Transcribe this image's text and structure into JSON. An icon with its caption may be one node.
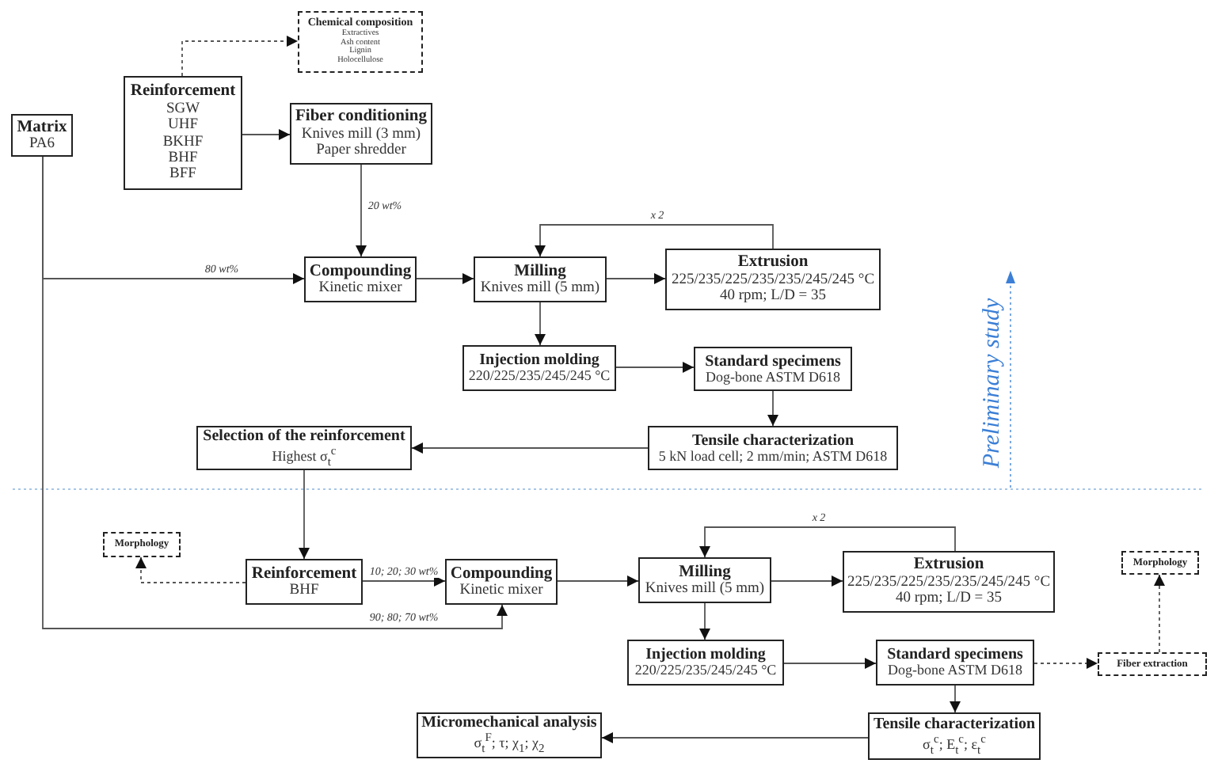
{
  "diagram": {
    "nodes": [
      {
        "text": [
          "Chemical composition",
          "Extractives",
          "Ash content",
          "Lignin",
          "Holocellulose"
        ]
      },
      {
        "text": [
          "Reinforcement",
          "SGW",
          "UHF",
          "BKHF",
          "BHF",
          "BFF"
        ]
      },
      {
        "text": [
          "Matrix",
          "PA6"
        ]
      },
      {
        "text": [
          "Fiber conditioning",
          "Knives mill (3 mm)",
          "Paper shredder"
        ]
      },
      {
        "text": [
          "Compounding",
          "Kinetic mixer"
        ]
      },
      {
        "text": [
          "Milling",
          "Knives mill (5 mm)"
        ]
      },
      {
        "text": [
          "Extrusion",
          "225/235/225/235/235/245/245 °C",
          "40 rpm; L/D = 35"
        ]
      },
      {
        "text": [
          "Injection molding",
          "220/225/235/245/245 °C"
        ]
      },
      {
        "text": [
          "Standard specimens",
          "Dog-bone ASTM D618"
        ]
      },
      {
        "text": [
          "Tensile characterization",
          "5 kN load cell; 2 mm/min; ASTM D618"
        ]
      },
      {
        "text": [
          "Selection of the reinforcement",
          "Highest σ$_{t}$$^{c}$"
        ]
      },
      {
        "text": [
          "Morphology"
        ]
      },
      {
        "text": [
          "Reinforcement",
          "BHF"
        ]
      },
      {
        "text": [
          "Compounding",
          "Kinetic mixer"
        ]
      },
      {
        "text": [
          "Milling",
          "Knives mill (5 mm)"
        ]
      },
      {
        "text": [
          "Extrusion",
          "225/235/225/235/235/245/245 °C",
          "40 rpm; L/D = 35"
        ]
      },
      {
        "text": [
          "Injection molding",
          "220/225/235/245/245 °C"
        ]
      },
      {
        "text": [
          "Standard specimens",
          "Dog-bone ASTM D618"
        ]
      },
      {
        "text": [
          "Fiber extraction"
        ]
      },
      {
        "text": [
          "Morphology"
        ]
      },
      {
        "text": [
          "Tensile characterization",
          "σ$_{t}$$^{c}$; E$_{t}$$^{c}$; ε$_{t}$$^{c}$"
        ]
      },
      {
        "text": [
          "Micromechanical analysis",
          "σ$_{t}$$^{F}$; τ; χ$_{1}$; χ$_{2}$"
        ]
      }
    ],
    "edges": [
      {
        "from": 1,
        "to": 0,
        "arrow": "to",
        "style": "dashed"
      },
      {
        "from": 1,
        "to": 3,
        "arrow": "to"
      },
      {
        "from": 3,
        "to": 4,
        "arrow": "to",
        "label": "20 wt%"
      },
      {
        "from": 2,
        "to": 4,
        "arrow": "to",
        "label": "80 wt%"
      },
      {
        "from": 4,
        "to": 5,
        "arrow": "to"
      },
      {
        "from": 5,
        "to": 6,
        "arrow": "to"
      },
      {
        "from": 6,
        "to": 5,
        "arrow": "to",
        "label": "x 2"
      },
      {
        "from": 5,
        "to": 7,
        "arrow": "to"
      },
      {
        "from": 7,
        "to": 8,
        "arrow": "to"
      },
      {
        "from": 8,
        "to": 9,
        "arrow": "to"
      },
      {
        "from": 9,
        "to": 10,
        "arrow": "to"
      },
      {
        "from": 10,
        "to": 12,
        "arrow": "to"
      },
      {
        "from": 12,
        "to": 11,
        "arrow": "to",
        "style": "dashed"
      },
      {
        "from": 12,
        "to": 13,
        "arrow": "to",
        "label": "10; 20; 30 wt%"
      },
      {
        "from": 2,
        "to": 13,
        "arrow": "to",
        "label": "90; 80; 70 wt%"
      },
      {
        "from": 13,
        "to": 14,
        "arrow": "to"
      },
      {
        "from": 14,
        "to": 15,
        "arrow": "to"
      },
      {
        "from": 15,
        "to": 14,
        "arrow": "to",
        "label": "x 2"
      },
      {
        "from": 14,
        "to": 16,
        "arrow": "to"
      },
      {
        "from": 16,
        "to": 17,
        "arrow": "to"
      },
      {
        "from": 17,
        "to": 18,
        "arrow": "to",
        "style": "dashed"
      },
      {
        "from": 18,
        "to": 19,
        "arrow": "to",
        "style": "dashed"
      },
      {
        "from": 17,
        "to": 20,
        "arrow": "to"
      },
      {
        "from": 20,
        "to": 21,
        "arrow": "to"
      }
    ],
    "labels": [
      "Preliminary study"
    ]
  }
}
